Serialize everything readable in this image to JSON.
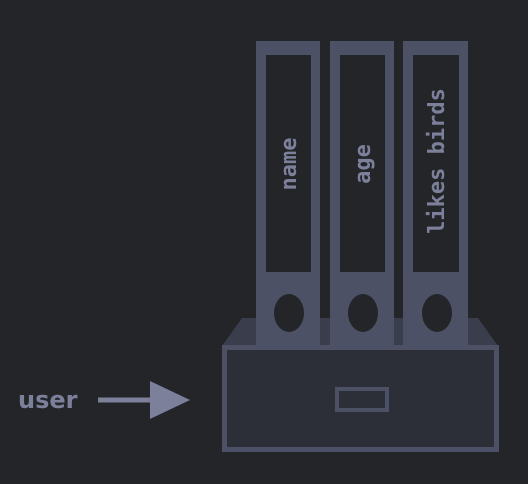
{
  "variable_label": "user",
  "binders": [
    {
      "label": "name"
    },
    {
      "label": "age"
    },
    {
      "label": "likes birds"
    }
  ],
  "colors": {
    "background": "#242528",
    "outline": "#4d5165",
    "text": "#7c809a",
    "drawer_fill": "#2c2e38",
    "binder_hole": "#242528"
  }
}
